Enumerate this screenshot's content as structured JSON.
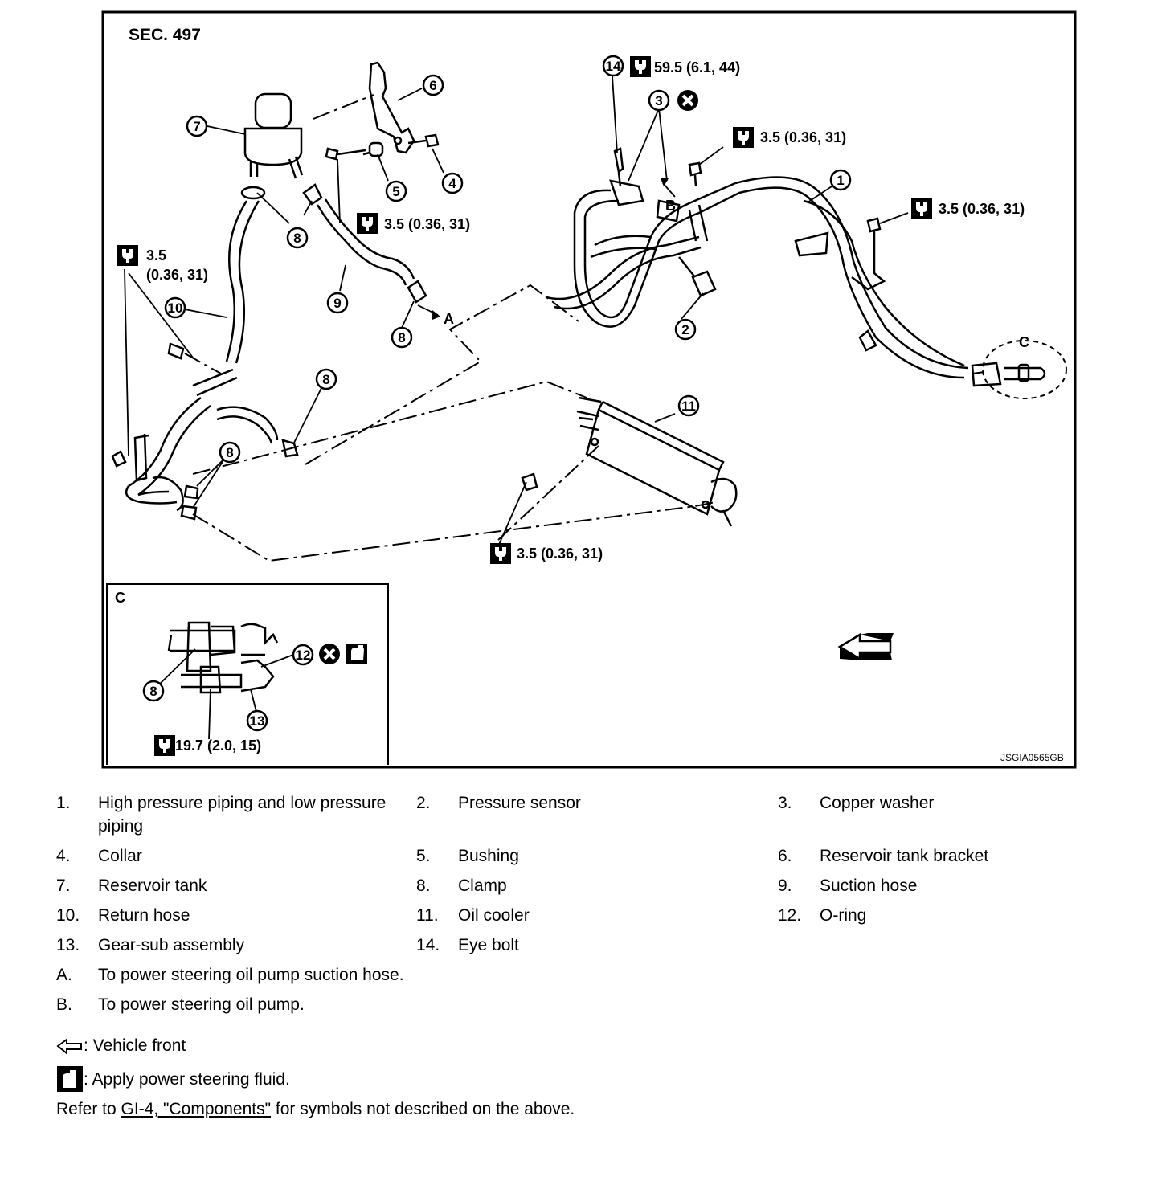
{
  "diagram": {
    "section": "SEC. 497",
    "image_code": "JSGIA0565GB",
    "detail_label": "C",
    "torques": {
      "t59": "59.5 (6.1, 44)",
      "t35": "3.5 (0.36, 31)",
      "t35_a": "3.5",
      "t35_b": "(0.36, 31)",
      "t197": "19.7 (2.0, 15)"
    },
    "arrow_labels": {
      "a": "A",
      "b": "B",
      "c": "C"
    },
    "callouts": [
      "1",
      "2",
      "3",
      "4",
      "5",
      "6",
      "7",
      "8",
      "9",
      "10",
      "11",
      "12",
      "13",
      "14"
    ]
  },
  "legend": {
    "items": [
      {
        "n": "1.",
        "t": "High pressure piping and low pressure piping"
      },
      {
        "n": "2.",
        "t": "Pressure sensor"
      },
      {
        "n": "3.",
        "t": "Copper washer"
      },
      {
        "n": "4.",
        "t": "Collar"
      },
      {
        "n": "5.",
        "t": "Bushing"
      },
      {
        "n": "6.",
        "t": "Reservoir tank bracket"
      },
      {
        "n": "7.",
        "t": "Reservoir tank"
      },
      {
        "n": "8.",
        "t": "Clamp"
      },
      {
        "n": "9.",
        "t": "Suction hose"
      },
      {
        "n": "10.",
        "t": "Return hose"
      },
      {
        "n": "11.",
        "t": "Oil cooler"
      },
      {
        "n": "12.",
        "t": "O-ring"
      },
      {
        "n": "13.",
        "t": "Gear-sub assembly"
      },
      {
        "n": "14.",
        "t": "Eye bolt"
      }
    ],
    "letters": [
      {
        "n": "A.",
        "t": "To power steering oil pump suction hose."
      },
      {
        "n": "B.",
        "t": "To power steering oil pump."
      }
    ],
    "front_symbol_text": ": Vehicle front",
    "fluid_symbol_text": ": Apply power steering fluid.",
    "refer_prefix": "Refer to ",
    "refer_link": "GI-4, \"Components\"",
    "refer_suffix": " for symbols not described on the above."
  }
}
